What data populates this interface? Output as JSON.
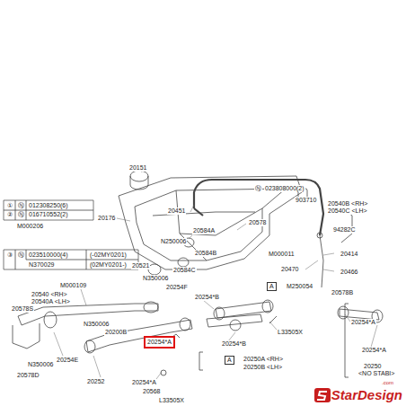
{
  "diagram": {
    "nodes": [
      {
        "text": [
          "A"
        ]
      },
      {
        "text": [
          "20254*A"
        ]
      },
      {
        "text": [
          "A"
        ]
      }
    ],
    "labels": [
      "20151",
      "①",
      "Ⓝ",
      "012308250(6)",
      "②",
      "Ⓝ",
      "016710552(2)",
      "20176",
      "M000206",
      "③",
      "Ⓝ",
      "023510000(4)",
      "(-02MY0201)",
      "N370029",
      "(02MY0201-)",
      "20451",
      "Ⓝ",
      "023808000(2)",
      "903710",
      "20540B <RH>",
      "20540C <LH>",
      "94282C",
      "20578",
      "20584A",
      "N250006",
      "M000011",
      "20414",
      "20470",
      "20466",
      "20584B",
      "20521",
      "20584C",
      "M250054",
      "20578B",
      "M000109",
      "N350006",
      "20254F",
      "20540 <RH>",
      "20540A <LH>",
      "20578S",
      "20254*B",
      "20254*A",
      "L33505X",
      "N350006",
      "20200B",
      "20254*B",
      "20254*A",
      "20254E",
      "20250A <RH>",
      "20250B <LH>",
      "20250",
      "<NO STABI>",
      "N350006",
      "20578D",
      "20252",
      "20254*A",
      "20568",
      "L33505X",
      "StarDesign",
      ".com"
    ]
  }
}
